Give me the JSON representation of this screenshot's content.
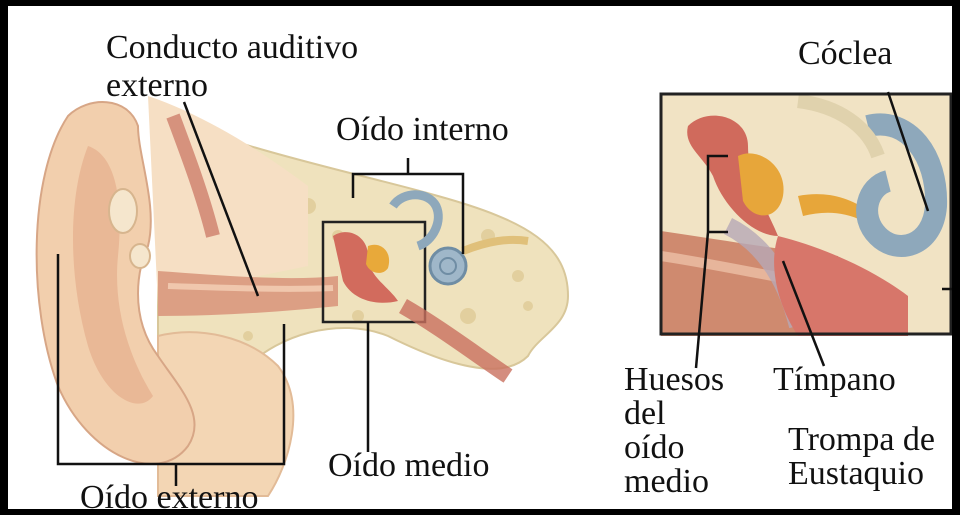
{
  "labels": {
    "conducto_line1": "Conducto auditivo",
    "conducto_line2": "externo",
    "oido_interno": "Oído interno",
    "oido_medio": "Oído medio",
    "oido_externo": "Oído externo",
    "coclea": "Cóclea",
    "huesos_line1": "Huesos",
    "huesos_line2": "del",
    "huesos_line3": "oído",
    "huesos_line4": "medio",
    "timpano": "Tímpano",
    "trompa_line1": "Trompa de",
    "trompa_line2": "Eustaquio"
  },
  "colors": {
    "frame": "#000000",
    "background": "#ffffff",
    "skin": "#f3d6b4",
    "skin_dark": "#dba98b",
    "bone": "#efe2bd",
    "canal": "#d89c7e",
    "ossicle": "#e8a93a",
    "tissue_red": "#d26b5d",
    "cochlea_blue": "#9fb7c9",
    "muscle": "#c9705f"
  }
}
